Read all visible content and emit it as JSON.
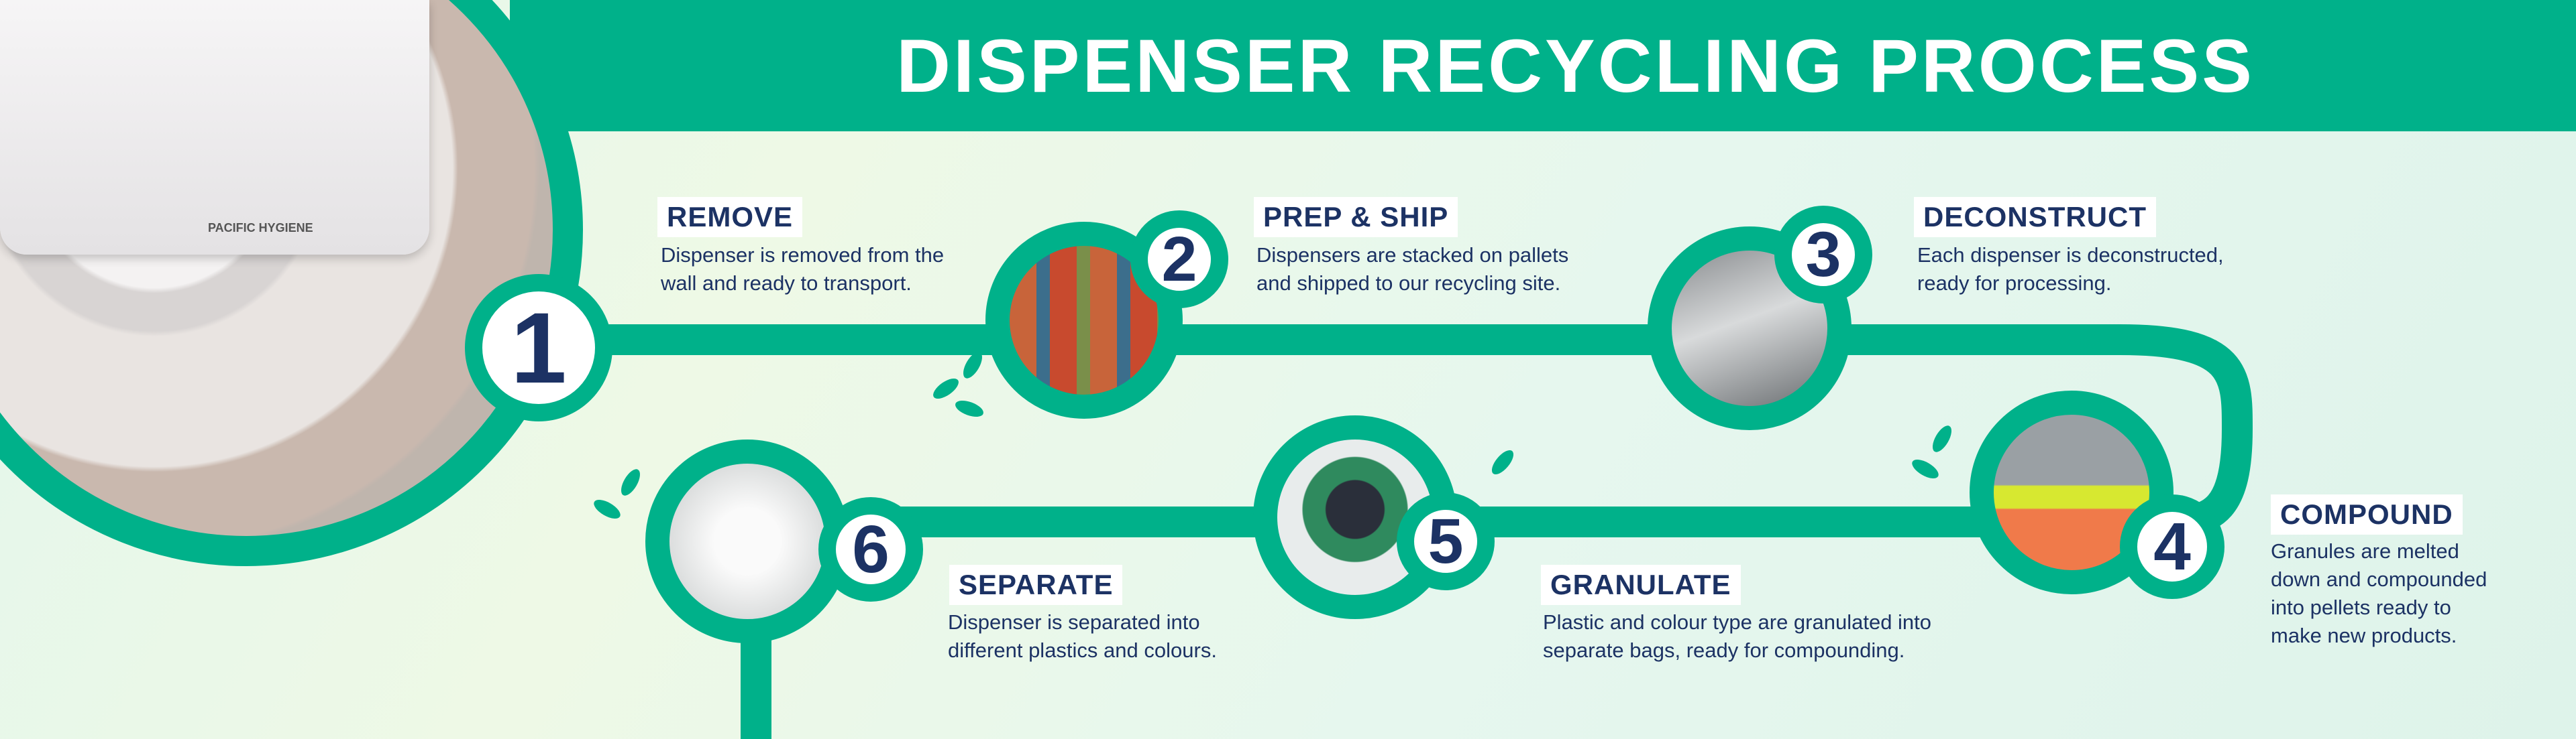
{
  "title": "DISPENSER RECYCLING PROCESS",
  "brand_text": "PACIFIC HYGIENE",
  "colors": {
    "green": "#00b18a",
    "navy": "#1c3264"
  },
  "steps": [
    {
      "number": "1",
      "heading": "REMOVE",
      "description": "Dispenser is removed from the\nwall and ready to transport."
    },
    {
      "number": "2",
      "heading": "PREP & SHIP",
      "description": "Dispensers are stacked on pallets\nand shipped to our recycling site."
    },
    {
      "number": "3",
      "heading": "DECONSTRUCT",
      "description": "Each dispenser is deconstructed,\nready for processing."
    },
    {
      "number": "4",
      "heading": "COMPOUND",
      "description": "Granules are melted\ndown and compounded\ninto pellets ready to\nmake new products."
    },
    {
      "number": "5",
      "heading": "GRANULATE",
      "description": "Plastic and colour type are granulated into\nseparate bags, ready for compounding."
    },
    {
      "number": "6",
      "heading": "SEPARATE",
      "description": "Dispenser is separated into\ndifferent plastics and colours."
    }
  ]
}
